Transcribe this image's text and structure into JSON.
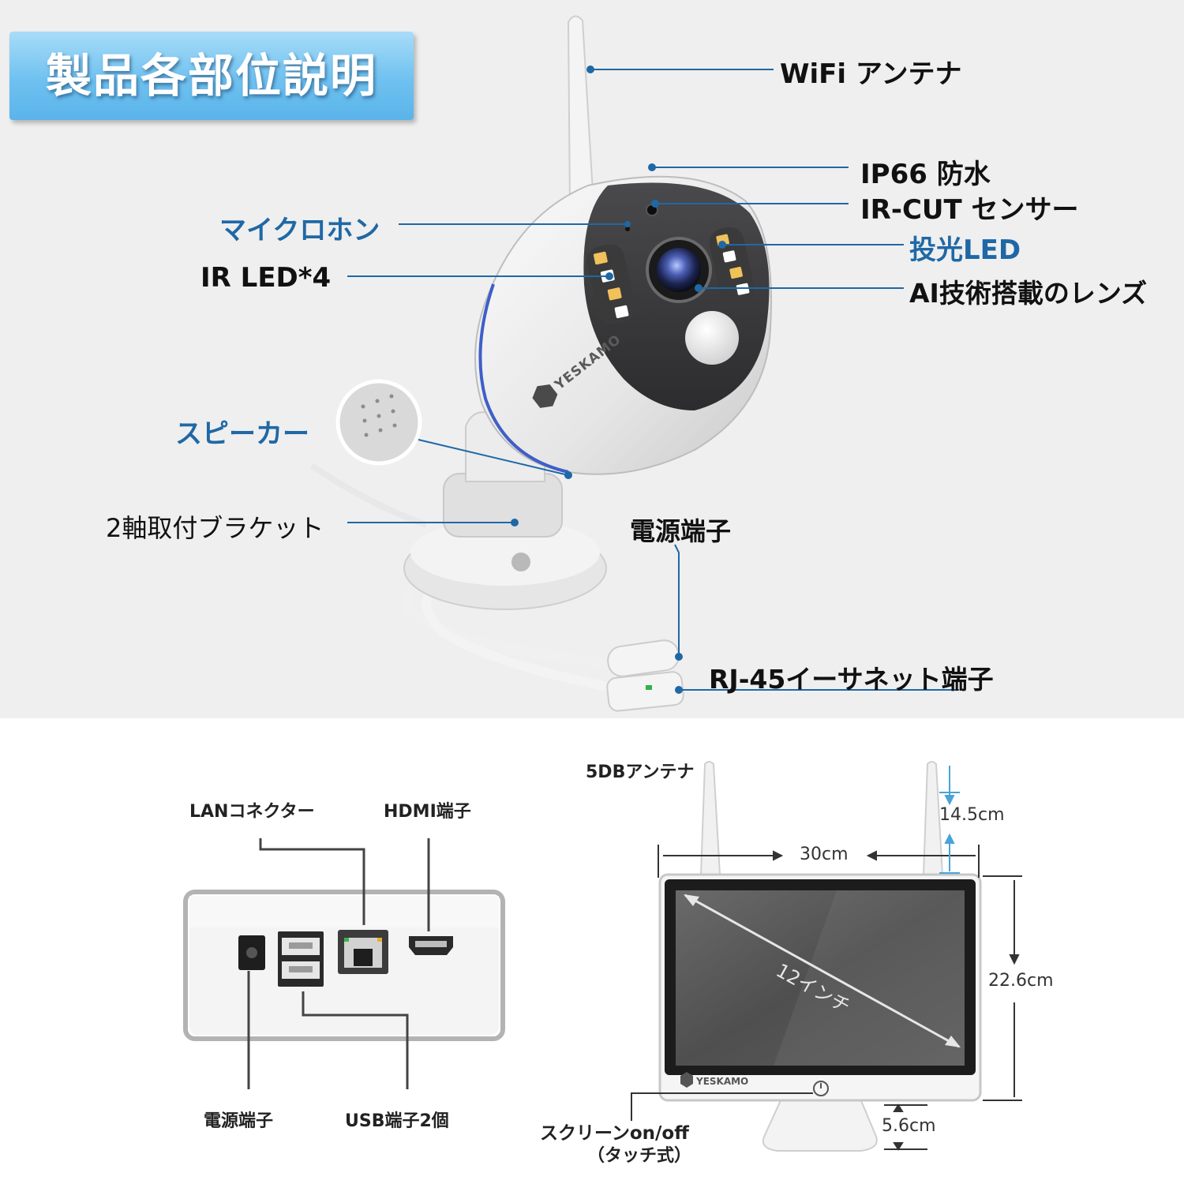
{
  "title": "製品各部位説明",
  "brand": "YESKAMO",
  "camera": {
    "wifi_antenna": "WiFi アンテナ",
    "waterproof": "IP66 防水",
    "ir_cut": "IR-CUT センサー",
    "microphone": "マイクロホン",
    "spotlight_led": "投光LED",
    "ir_led": "IR LED*4",
    "lens": "AI技術搭載のレンズ",
    "speaker": "スピーカー",
    "bracket": "2軸取付ブラケット",
    "power_port": "電源端子",
    "ethernet_port": "RJ-45イーサネット端子"
  },
  "nvr": {
    "lan_connector": "LANコネクター",
    "hdmi_port": "HDMI端子",
    "power_port": "電源端子",
    "usb_ports": "USB端子2個"
  },
  "monitor": {
    "antenna": "5DBアンテナ",
    "antenna_height": "14.5cm",
    "width": "30cm",
    "height": "22.6cm",
    "depth": "5.6cm",
    "diagonal": "12インチ",
    "screen_button": "スクリーンon/off",
    "screen_button_note": "（タッチ式）"
  },
  "colors": {
    "top_background": "#efefef",
    "title_badge": "#6fc1f0",
    "leader_line": "#1f68a6",
    "accent_ring": "#3f5ec8"
  }
}
